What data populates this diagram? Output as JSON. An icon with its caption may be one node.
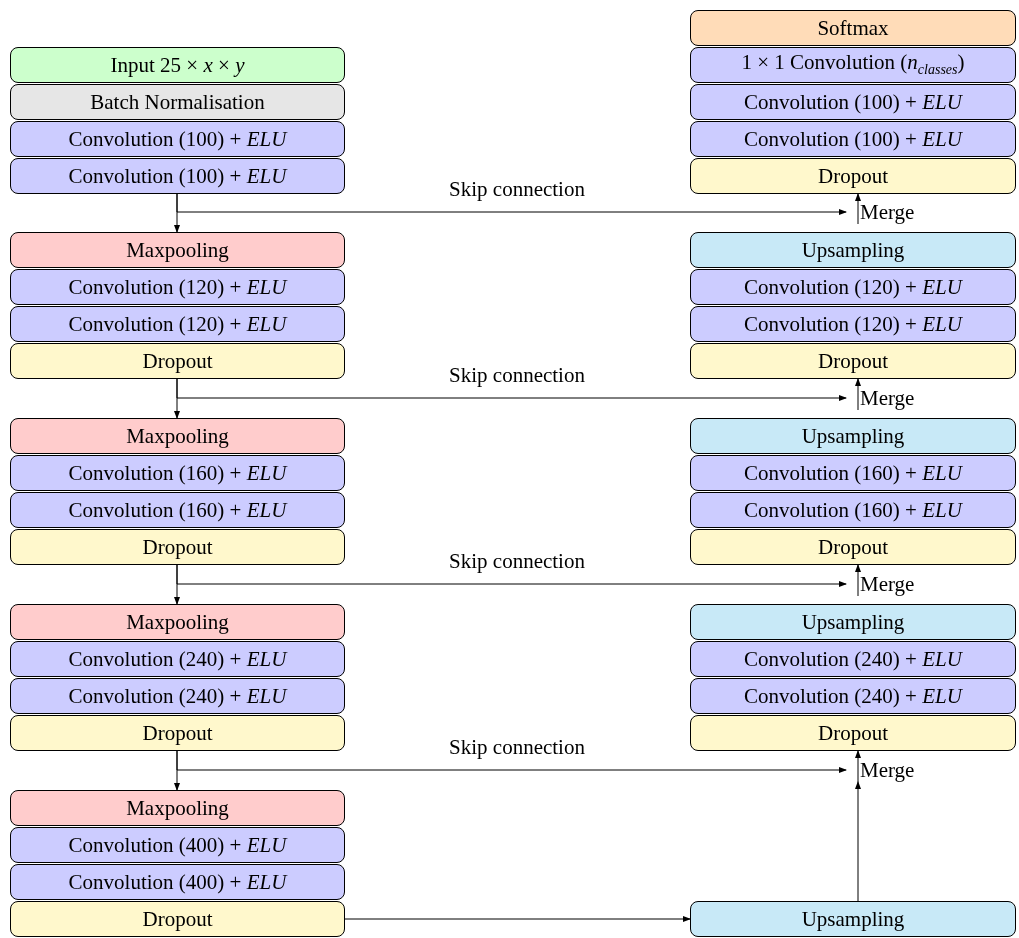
{
  "diagram": {
    "nodes": [
      {
        "text": [
          "Input 25 × *x* × *y*"
        ]
      },
      {
        "text": [
          "Batch Normalisation"
        ]
      },
      {
        "text": [
          "Convolution (100) + *ELU*"
        ]
      },
      {
        "text": [
          "Convolution (100) + *ELU*"
        ]
      },
      {
        "text": [
          "Maxpooling"
        ]
      },
      {
        "text": [
          "Convolution (120) + *ELU*"
        ]
      },
      {
        "text": [
          "Convolution (120) + *ELU*"
        ]
      },
      {
        "text": [
          "Dropout"
        ]
      },
      {
        "text": [
          "Maxpooling"
        ]
      },
      {
        "text": [
          "Convolution (160) + *ELU*"
        ]
      },
      {
        "text": [
          "Convolution (160) + *ELU*"
        ]
      },
      {
        "text": [
          "Dropout"
        ]
      },
      {
        "text": [
          "Maxpooling"
        ]
      },
      {
        "text": [
          "Convolution (240) + *ELU*"
        ]
      },
      {
        "text": [
          "Convolution (240) + *ELU*"
        ]
      },
      {
        "text": [
          "Dropout"
        ]
      },
      {
        "text": [
          "Maxpooling"
        ]
      },
      {
        "text": [
          "Convolution (400) + *ELU*"
        ]
      },
      {
        "text": [
          "Convolution (400) + *ELU*"
        ]
      },
      {
        "text": [
          "Dropout"
        ]
      },
      {
        "text": [
          "Softmax"
        ]
      },
      {
        "text": [
          "1 × 1 Convolution (*n*$_{classes}$)"
        ]
      },
      {
        "text": [
          "Convolution (100) + *ELU*"
        ]
      },
      {
        "text": [
          "Convolution (100) + *ELU*"
        ]
      },
      {
        "text": [
          "Dropout"
        ]
      },
      {
        "text": [
          "Upsampling"
        ]
      },
      {
        "text": [
          "Convolution (120) + *ELU*"
        ]
      },
      {
        "text": [
          "Convolution (120) + *ELU*"
        ]
      },
      {
        "text": [
          "Dropout"
        ]
      },
      {
        "text": [
          "Upsampling"
        ]
      },
      {
        "text": [
          "Convolution (160) + *ELU*"
        ]
      },
      {
        "text": [
          "Convolution (160) + *ELU*"
        ]
      },
      {
        "text": [
          "Dropout"
        ]
      },
      {
        "text": [
          "Upsampling"
        ]
      },
      {
        "text": [
          "Convolution (240) + *ELU*"
        ]
      },
      {
        "text": [
          "Convolution (240) + *ELU*"
        ]
      },
      {
        "text": [
          "Dropout"
        ]
      },
      {
        "text": [
          "Upsampling"
        ]
      },
      {
        "text": [
          "Merge"
        ]
      },
      {
        "text": [
          "Merge"
        ]
      },
      {
        "text": [
          "Merge"
        ]
      },
      {
        "text": [
          "Merge"
        ]
      }
    ],
    "edges": [
      {
        "from": 3,
        "to": 4,
        "arrow": "to"
      },
      {
        "from": 3,
        "to": 38,
        "arrow": "to",
        "label": "Skip connection"
      },
      {
        "from": 38,
        "to": 24,
        "arrow": "to"
      },
      {
        "from": 7,
        "to": 8,
        "arrow": "to"
      },
      {
        "from": 7,
        "to": 39,
        "arrow": "to",
        "label": "Skip connection"
      },
      {
        "from": 39,
        "to": 28,
        "arrow": "to"
      },
      {
        "from": 11,
        "to": 12,
        "arrow": "to"
      },
      {
        "from": 11,
        "to": 40,
        "arrow": "to",
        "label": "Skip connection"
      },
      {
        "from": 40,
        "to": 32,
        "arrow": "to"
      },
      {
        "from": 15,
        "to": 16,
        "arrow": "to"
      },
      {
        "from": 15,
        "to": 41,
        "arrow": "to",
        "label": "Skip connection"
      },
      {
        "from": 41,
        "to": 36,
        "arrow": "to"
      },
      {
        "from": 19,
        "to": 37,
        "arrow": "to"
      },
      {
        "from": 37,
        "to": 41,
        "arrow": "to"
      }
    ]
  }
}
